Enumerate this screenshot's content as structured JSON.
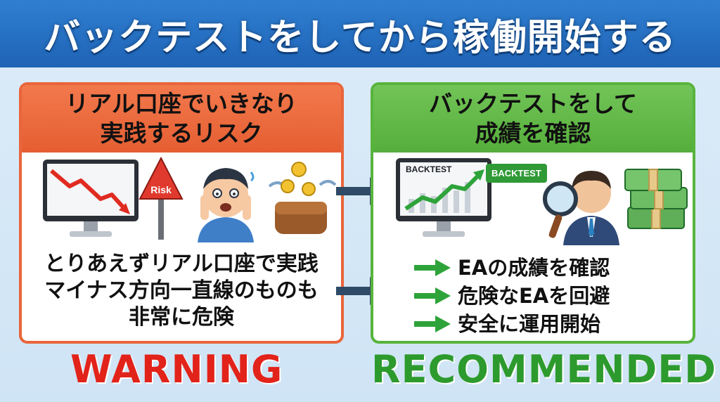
{
  "header": {
    "title": "バックテストをしてから稼働開始する"
  },
  "left_panel": {
    "title_line1": "リアル口座でいきなり",
    "title_line2": "実践するリスク",
    "risk_sign": "Risk",
    "bullets": [
      "とりあえずリアル口座で実践",
      "マイナス方向一直線のものも",
      "非常に危険"
    ]
  },
  "right_panel": {
    "title_line1": "バックテストをして",
    "title_line2": "成績を確認",
    "monitor_label": "BACKTEST",
    "bubble_label": "BACKTEST",
    "bullets": [
      "EAの成績を確認",
      "危険なEAを回避",
      "安全に運用開始"
    ]
  },
  "labels": {
    "warning": "WARNING",
    "recommended": "RECOMMENDED"
  },
  "colors": {
    "header": "#2f7fd1",
    "left_accent": "#e9653b",
    "right_accent": "#58b43d",
    "warning_text": "#e2231a",
    "recommended_text": "#2d9a2d"
  }
}
